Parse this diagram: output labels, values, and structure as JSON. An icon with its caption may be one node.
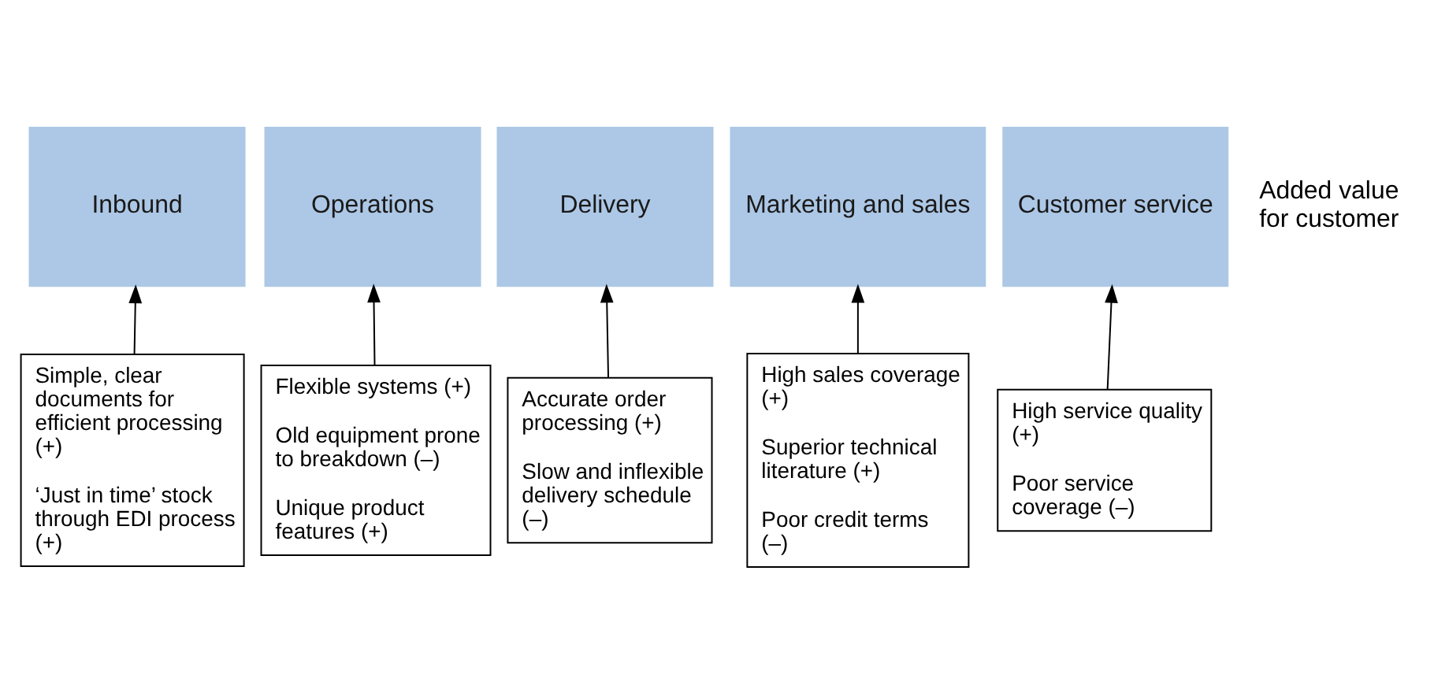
{
  "diagram": {
    "nodes": [
      {
        "text": [
          "Inbound"
        ]
      },
      {
        "text": [
          "Operations"
        ]
      },
      {
        "text": [
          "Delivery"
        ]
      },
      {
        "text": [
          "Marketing and sales"
        ]
      },
      {
        "text": [
          "Customer service"
        ]
      },
      {
        "text": [
          "Simple, clear documents for efficient processing (+)",
          "‘Just in time’ stock through EDI process (+)"
        ]
      },
      {
        "text": [
          "Flexible systems (+)",
          "Old equipment prone to breakdown (–)",
          "Unique product features (+)"
        ]
      },
      {
        "text": [
          "Accurate order processing (+)",
          "Slow and inflexible delivery schedule (–)"
        ]
      },
      {
        "text": [
          "High sales coverage (+)",
          "Superior technical literature (+)",
          "Poor credit terms (–)"
        ]
      },
      {
        "text": [
          "High service quality (+)",
          "Poor service coverage (–)"
        ]
      }
    ],
    "edges": [
      {
        "from": 5,
        "to": 0,
        "arrow": "to"
      },
      {
        "from": 6,
        "to": 1,
        "arrow": "to"
      },
      {
        "from": 7,
        "to": 2,
        "arrow": "to"
      },
      {
        "from": 8,
        "to": 3,
        "arrow": "to"
      },
      {
        "from": 9,
        "to": 4,
        "arrow": "to"
      }
    ],
    "labels": [
      "Added value for customer"
    ]
  }
}
